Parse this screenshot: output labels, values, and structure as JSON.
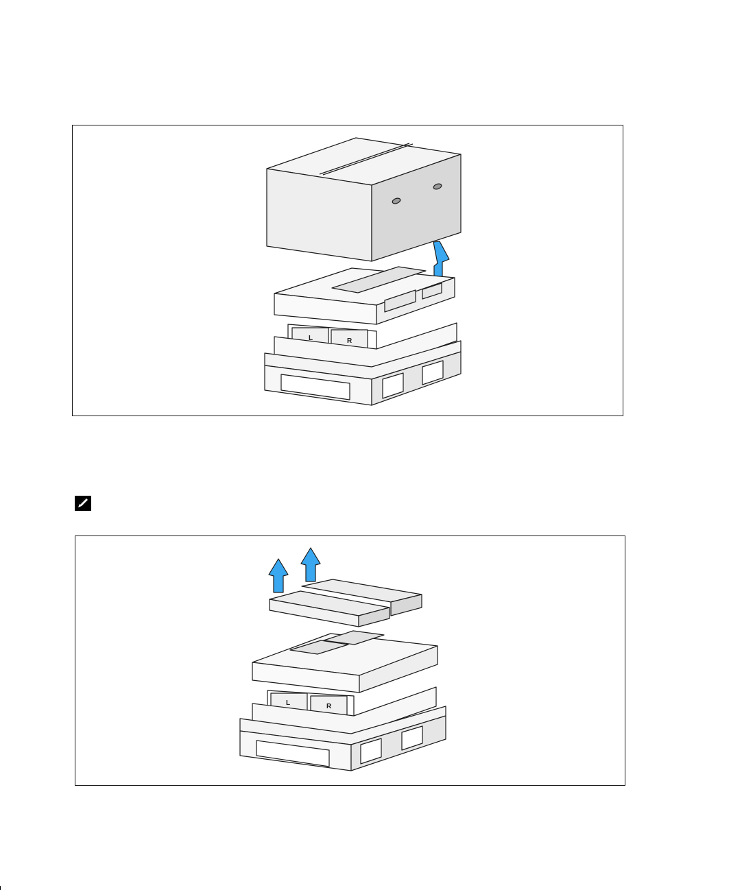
{
  "page": {
    "figure_1": {
      "name": "remove-carton-figure",
      "bay_labels": {
        "left": "L",
        "right": "R"
      }
    },
    "note": {
      "icon": "pencil-note-icon"
    },
    "figure_2": {
      "name": "remove-foam-inserts-figure",
      "bay_labels": {
        "left": "L",
        "right": "R"
      }
    },
    "colors": {
      "arrow_fill": "#3aa8f0",
      "carton_light": "#eeeeee",
      "carton_dark": "#d6d6d6",
      "foam": "#f7f7f7",
      "line": "#1a1a1a"
    }
  }
}
